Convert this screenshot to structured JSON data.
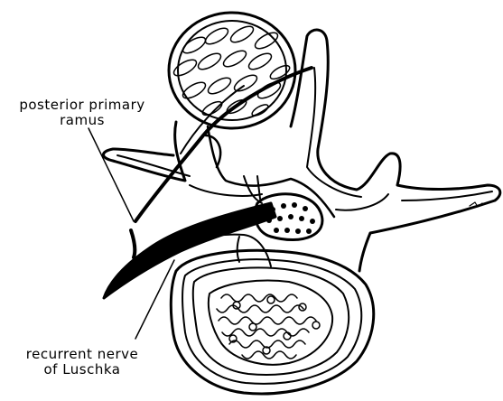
{
  "labels": {
    "posterior_primary_ramus": {
      "line1": "posterior primary",
      "line2": "ramus"
    },
    "recurrent_nerve": {
      "line1": "recurrent nerve",
      "line2": "of Luschka"
    }
  },
  "colors": {
    "ink": "#000000",
    "paper": "#ffffff"
  }
}
